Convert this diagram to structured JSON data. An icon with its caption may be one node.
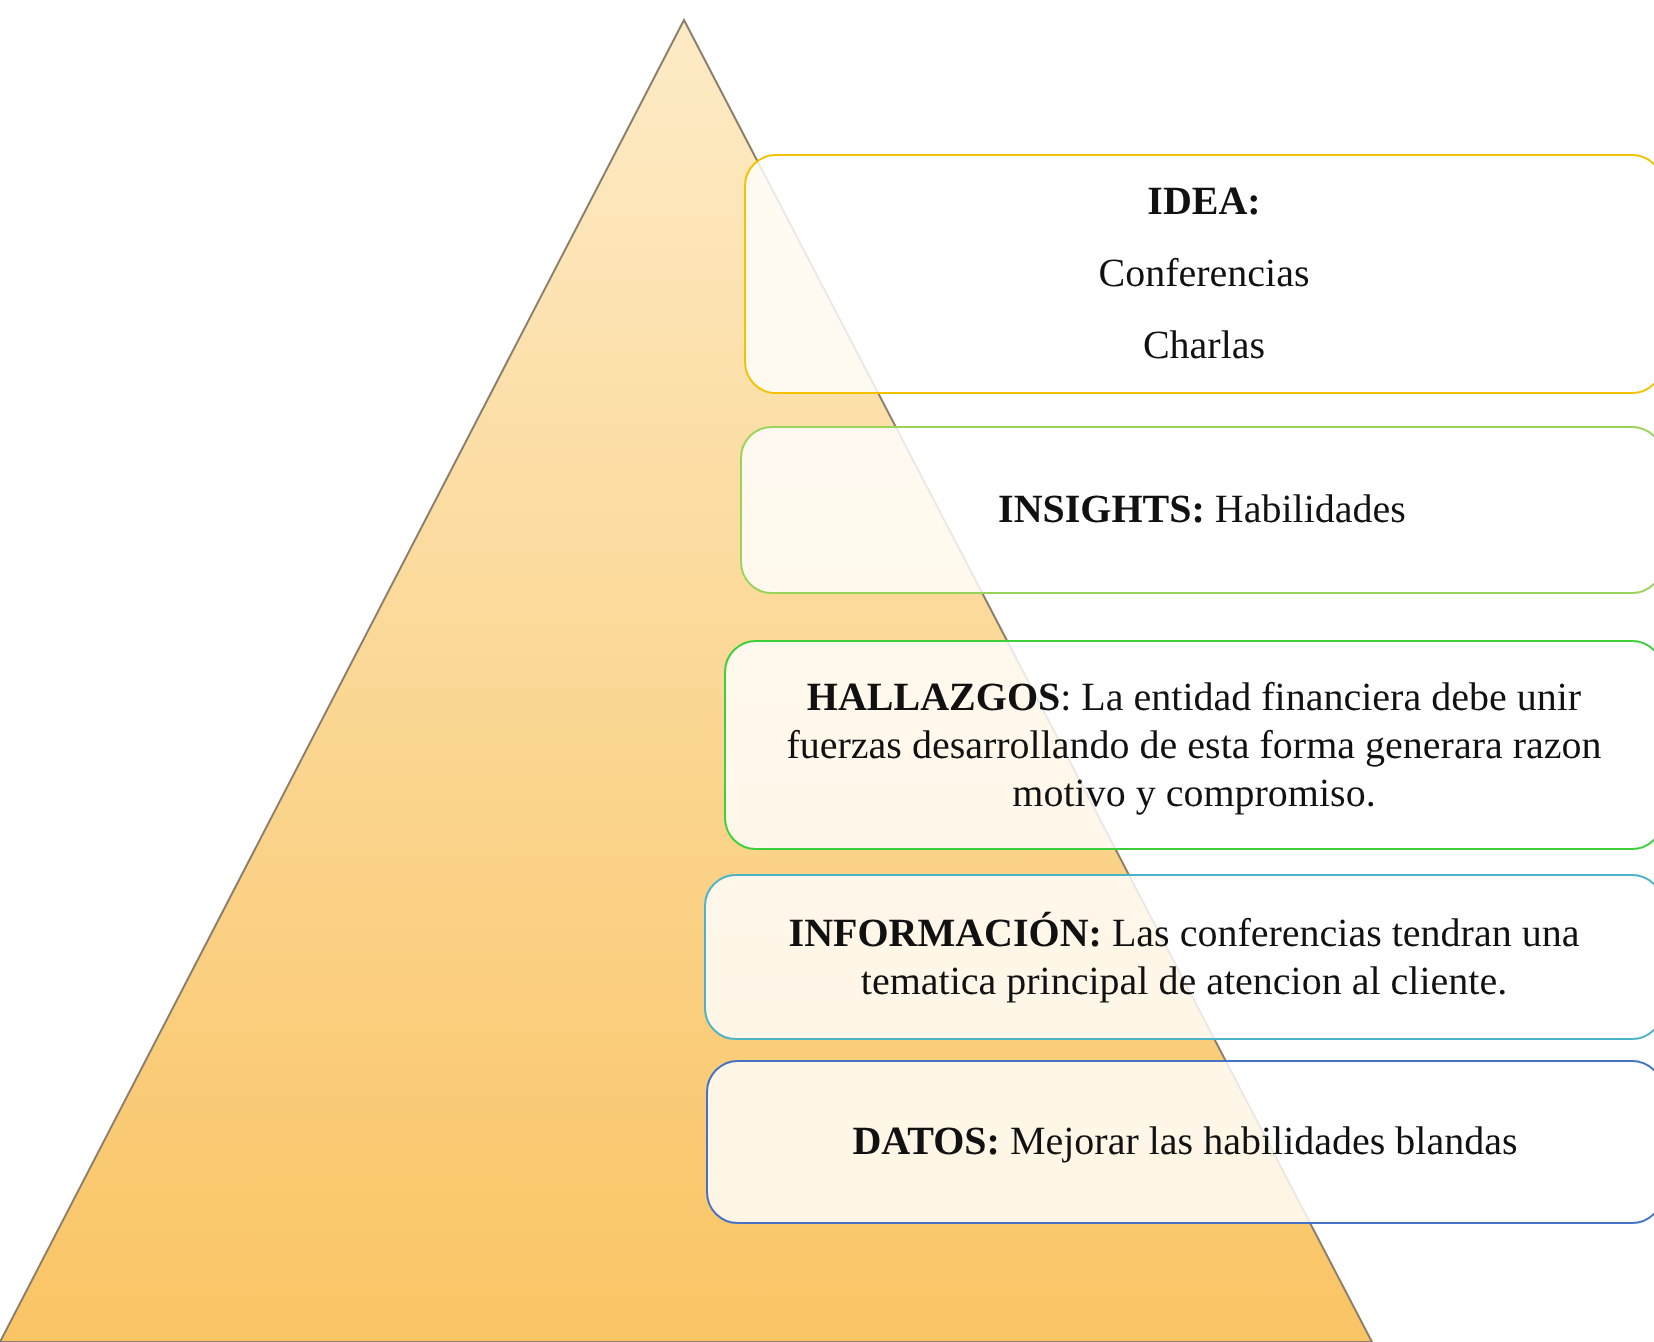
{
  "diagram": {
    "nodes": [
      {
        "text": [
          "IDEA:",
          "Conferencias",
          "Charlas"
        ]
      },
      {
        "text": [
          "**INSIGHTS:** Habilidades"
        ]
      },
      {
        "text": [
          "**HALLAZGOS**: La entidad financiera debe unir fuerzas desarrollando de esta forma generara razon motivo y compromiso."
        ]
      },
      {
        "text": [
          "**INFORMACIÓN:** Las conferencias tendran una tematica principal de atencion al cliente."
        ]
      },
      {
        "text": [
          "**DATOS:** Mejorar las habilidades blandas"
        ]
      }
    ]
  }
}
